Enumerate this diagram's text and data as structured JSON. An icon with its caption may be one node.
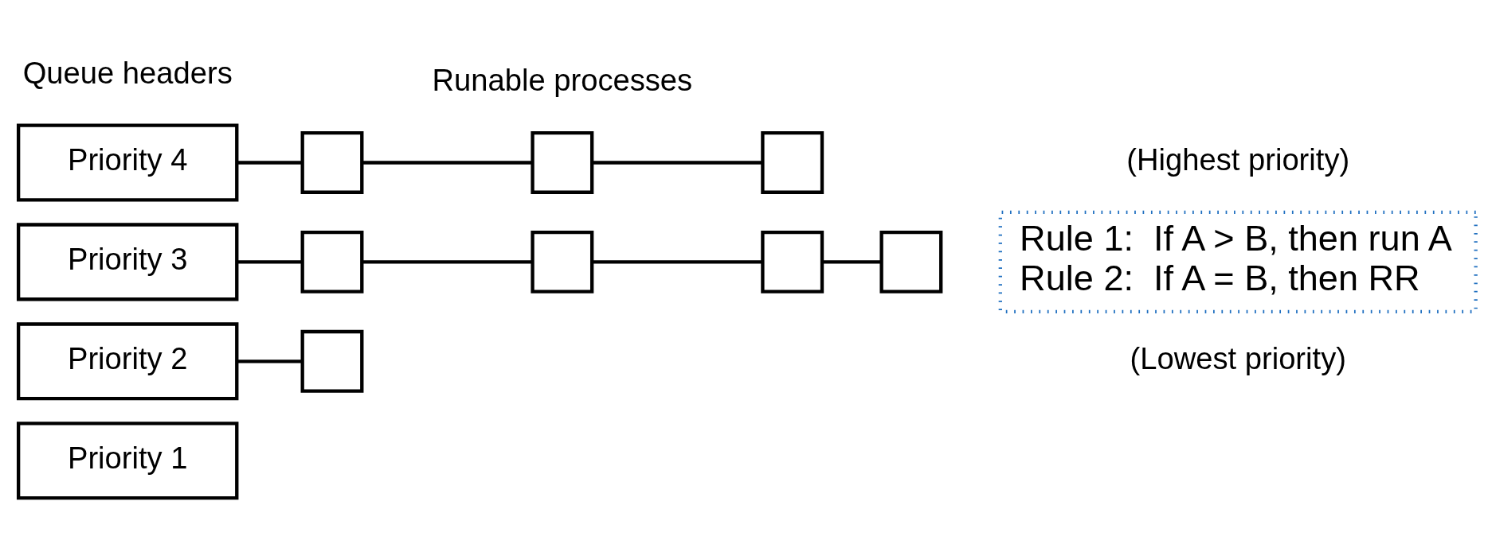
{
  "diagram": {
    "nodes": [
      {
        "text": [
          "Priority 4"
        ]
      },
      {
        "text": [
          "Priority 3"
        ]
      },
      {
        "text": [
          "Priority 2"
        ]
      },
      {
        "text": [
          "Priority 1"
        ]
      },
      {
        "text": [],
        "shape": "box"
      },
      {
        "text": [],
        "shape": "box"
      },
      {
        "text": [],
        "shape": "box"
      },
      {
        "text": [],
        "shape": "box"
      },
      {
        "text": [],
        "shape": "box"
      },
      {
        "text": [],
        "shape": "box"
      },
      {
        "text": [],
        "shape": "box"
      },
      {
        "text": [],
        "shape": "box"
      },
      {
        "text": [
          "Rule 1:  If A > B, then run A",
          "Rule 2:  If A = B, then RR"
        ]
      }
    ],
    "edges": [
      {
        "from": 0,
        "to": 4,
        "arrow": "none"
      },
      {
        "from": 4,
        "to": 5,
        "arrow": "none"
      },
      {
        "from": 5,
        "to": 6,
        "arrow": "none"
      },
      {
        "from": 1,
        "to": 7,
        "arrow": "none"
      },
      {
        "from": 7,
        "to": 8,
        "arrow": "none"
      },
      {
        "from": 8,
        "to": 9,
        "arrow": "none"
      },
      {
        "from": 9,
        "to": 10,
        "arrow": "none"
      },
      {
        "from": 2,
        "to": 11,
        "arrow": "none"
      }
    ],
    "labels": [
      "Queue headers",
      "Runable processes",
      "(Highest priority)",
      "(Lowest priority)"
    ]
  }
}
